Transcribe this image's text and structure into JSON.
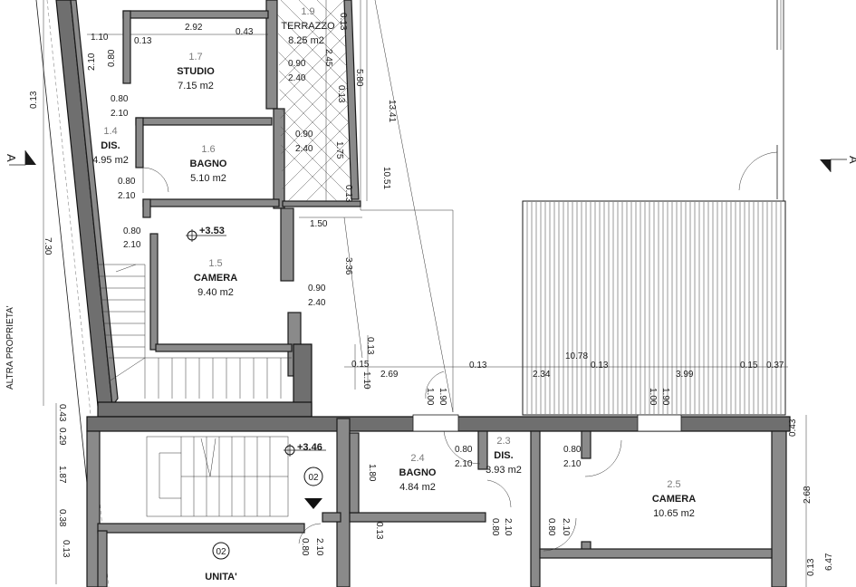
{
  "rooms": {
    "terrazzo": {
      "num": "1.9",
      "name": "TERRAZZO",
      "area": "8.25 m2"
    },
    "studio": {
      "num": "1.7",
      "name": "STUDIO",
      "area": "7.15 m2"
    },
    "dis1": {
      "num": "1.4",
      "name": "DIS.",
      "area": "4.95 m2"
    },
    "bagno1": {
      "num": "1.6",
      "name": "BAGNO",
      "area": "5.10 m2"
    },
    "camera1": {
      "num": "1.5",
      "name": "CAMERA",
      "area": "9.40 m2"
    },
    "bagno2": {
      "num": "2.4",
      "name": "BAGNO",
      "area": "4.84 m2"
    },
    "dis2": {
      "num": "2.3",
      "name": "DIS.",
      "area": "3.93 m2"
    },
    "camera2": {
      "num": "2.5",
      "name": "CAMERA",
      "area": "10.65 m2"
    }
  },
  "unit": {
    "num": "02",
    "label": "UNITA'"
  },
  "stair_marker": "02",
  "levels": {
    "upper": "+3.53",
    "lower": "+3.46"
  },
  "side_label": "ALTRA PROPRIETA'",
  "section_mark": "A",
  "dims": {
    "d1_10": "1.10",
    "d0_13a": "0.13",
    "d2_92": "2.92",
    "d0_43a": "0.43",
    "d2_10a": "2.10",
    "d0_80a": "0.80",
    "d0_13side": "0.13",
    "d0_90a": "0.90",
    "d2_40a": "2.40",
    "d0_80b": "0.80",
    "d2_10b": "2.10",
    "d0_90b": "0.90",
    "d2_40b": "2.40",
    "d0_80c": "0.80",
    "d2_10c": "2.10",
    "d0_80d": "0.80",
    "d2_10d": "2.10",
    "d0_90c": "0.90",
    "d2_40c": "2.40",
    "d1_50": "1.50",
    "d0_13t1": "0.13",
    "d2_45": "2.45",
    "d0_13t2": "0.13",
    "d1_75": "1.75",
    "d0_13t3": "0.13",
    "d5_80": "5.80",
    "d13_41": "13.41",
    "d10_51": "10.51",
    "d3_36": "3.36",
    "d7_30": "7.30",
    "d0_13m": "0.13",
    "d0_15a": "0.15",
    "d1_10b": "1.10",
    "d2_69": "2.69",
    "d0_13n": "0.13",
    "d2_34": "2.34",
    "d10_78": "10.78",
    "d0_13o": "0.13",
    "d3_99": "3.99",
    "d0_15b": "0.15",
    "d0_37": "0.37",
    "d1_00a": "1.00",
    "d1_90a": "1.90",
    "d1_00b": "1.00",
    "d1_90b": "1.90",
    "d0_43b": "0.43",
    "d0_29": "0.29",
    "d1_87": "1.87",
    "d0_38": "0.38",
    "d0_13p": "0.13",
    "d1_80": "1.80",
    "d0_13q": "0.13",
    "d0_80e": "0.80",
    "d2_10e": "2.10",
    "d0_80f": "0.80",
    "d2_10f": "2.10",
    "d0_80g": "0.80",
    "d2_10g": "2.10",
    "d0_80h": "0.80",
    "d2_10h": "2.10",
    "d0_80i": "0.80",
    "d2_10i": "2.10",
    "d0_43c": "0.43",
    "d2_68": "2.68",
    "d0_13r": "0.13",
    "d6_47": "6.47"
  }
}
